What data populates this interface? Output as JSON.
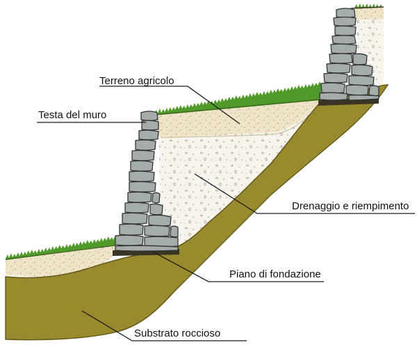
{
  "labels": {
    "terreno": "Terreno agricolo",
    "testa": "Testa del muro",
    "drenaggio": "Drenaggio e riempimento",
    "piano": "Piano di fondazione",
    "substrato": "Substrato roccioso"
  },
  "colors": {
    "bedrock": "#9a8a2e",
    "bedrock_edge": "#5f5516",
    "soil": "#efe4c9",
    "drainage_fill": "#f7f4ee",
    "stone": "#a4adaa",
    "stone_edge": "#2f3534",
    "grass": "#4f9a2a",
    "footing": "#3a3426",
    "leader": "#1a1a1a"
  }
}
